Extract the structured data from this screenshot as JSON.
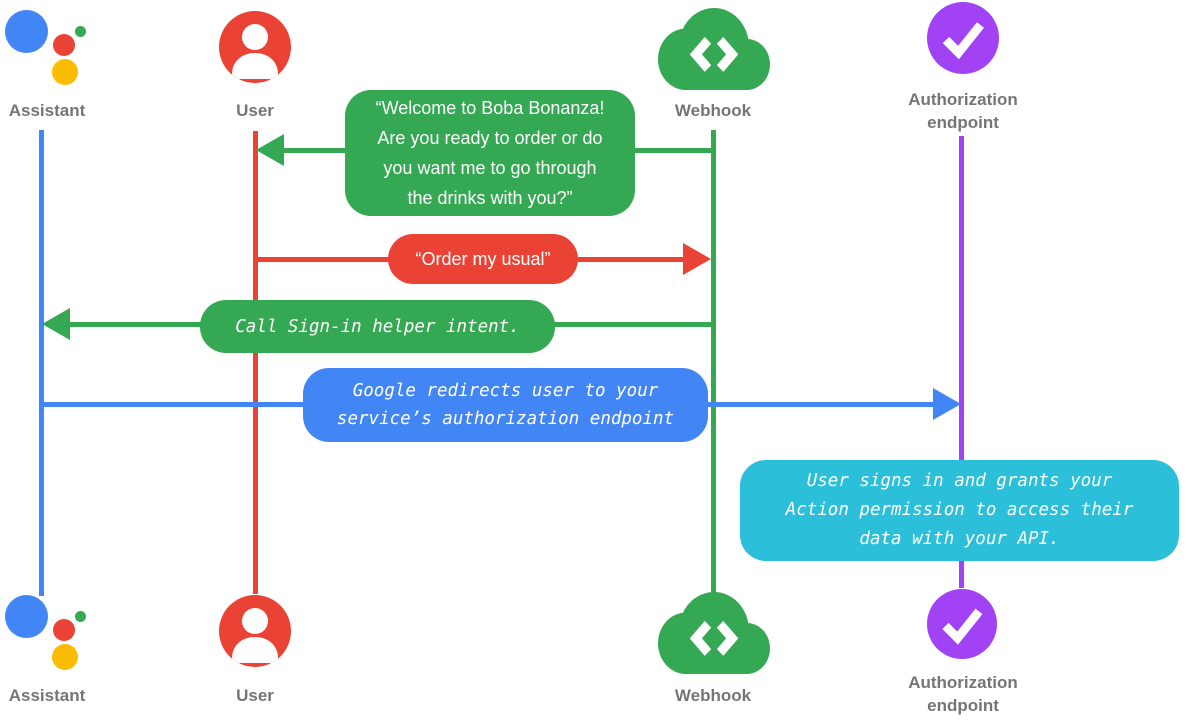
{
  "colors": {
    "assistant_blue": "#4285F4",
    "user_red": "#EA4335",
    "webhook_green": "#34A853",
    "auth_purple": "#A142F4",
    "note_cyan": "#2BBFDA",
    "logo_yellow": "#FBBC04",
    "label_gray": "#757575",
    "bubble_text": "#FFFFFF"
  },
  "actors": {
    "assistant": {
      "label": "Assistant",
      "icon": "google-assistant-logo"
    },
    "user": {
      "label": "User",
      "icon": "person-circle-icon"
    },
    "webhook": {
      "label": "Webhook",
      "icon": "cloud-code-icon"
    },
    "auth": {
      "label": "Authorization\nendpoint",
      "icon": "checkmark-circle-icon"
    }
  },
  "messages": {
    "welcome": {
      "from": "Webhook",
      "to": "User",
      "style": "speech-bubble",
      "text": "“Welcome to Boba Bonanza!\nAre you ready to order or do\nyou want me to go through\nthe drinks with you?”"
    },
    "order": {
      "from": "User",
      "to": "Webhook",
      "style": "speech-bubble",
      "text": "“Order my usual”"
    },
    "signin": {
      "from": "Webhook",
      "to": "Assistant",
      "style": "system-note",
      "text": "Call Sign-in helper intent."
    },
    "redirect": {
      "from": "Assistant",
      "to": "Authorization endpoint",
      "style": "system-note",
      "text": "Google redirects user to your\nservice’s authorization endpoint"
    },
    "grant": {
      "on": "Authorization endpoint",
      "style": "system-note",
      "text": "User signs in and grants your\nAction permission to access their\ndata with your API."
    }
  }
}
